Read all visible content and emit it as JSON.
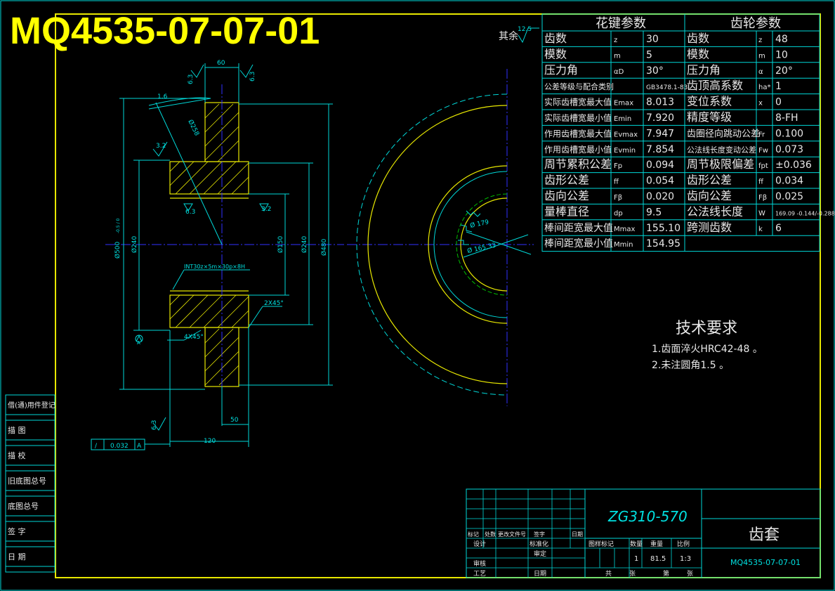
{
  "drawing_number": "MQ4535-07-07-01",
  "roughness_other": {
    "label": "其余",
    "value": "12.5"
  },
  "dims": {
    "top_width": "60",
    "roughness_top_left": "6.3",
    "roughness_top_right": "6.3",
    "chamfer_top": "1.6",
    "diameter_slant": "Ø258",
    "roughness_left": "3.2",
    "roughness_hub_bottom": "6.3",
    "roughness_hub_right": "3.2",
    "dia_outer": "Ø500",
    "dia_outer_tol": "-0.5 / 0",
    "dia_hub": "Ø240",
    "dia_bore": "Ø150",
    "dia_hub_right": "Ø240",
    "dia_right": "Ø480",
    "spline_note": "INT30z×5m×30p×8H",
    "chamfer_right": "2X45°",
    "chamfer_bottom": "4X45°",
    "datum": "A",
    "roughness_bottom": "6.3",
    "width_50": "50",
    "width_120": "120",
    "tolerance_frame": {
      "symbol": "/",
      "value": "0.032",
      "datum": "A"
    }
  },
  "side_view": {
    "label1": "Ø 179",
    "label2": "Ø 165.33"
  },
  "spline_params": {
    "title": "花键参数",
    "rows": [
      {
        "name": "齿数",
        "sym": "z",
        "val": "30"
      },
      {
        "name": "模数",
        "sym": "m",
        "val": "5"
      },
      {
        "name": "压力角",
        "sym": "αD",
        "val": "30°"
      },
      {
        "name": "公差等级与配合类别",
        "sym": "",
        "val": "GB3478.1-83"
      },
      {
        "name": "实际齿槽宽最大值",
        "sym": "Emax",
        "val": "8.013"
      },
      {
        "name": "实际齿槽宽最小值",
        "sym": "Emin",
        "val": "7.920"
      },
      {
        "name": "作用齿槽宽最大值",
        "sym": "Evmax",
        "val": "7.947"
      },
      {
        "name": "作用齿槽宽最小值",
        "sym": "Evmin",
        "val": "7.854"
      },
      {
        "name": "周节累积公差",
        "sym": "Fp",
        "val": "0.094"
      },
      {
        "name": "齿形公差",
        "sym": "ff",
        "val": "0.054"
      },
      {
        "name": "齿向公差",
        "sym": "Fβ",
        "val": "0.020"
      },
      {
        "name": "量棒直径",
        "sym": "dp",
        "val": "9.5"
      },
      {
        "name": "棒间距宽最大值",
        "sym": "Mmax",
        "val": "155.10"
      },
      {
        "name": "棒间距宽最小值",
        "sym": "Mmin",
        "val": "154.95"
      }
    ]
  },
  "gear_params": {
    "title": "齿轮参数",
    "rows": [
      {
        "name": "齿数",
        "sym": "z",
        "val": "48"
      },
      {
        "name": "模数",
        "sym": "m",
        "val": "10"
      },
      {
        "name": "压力角",
        "sym": "α",
        "val": "20°"
      },
      {
        "name": "齿顶高系数",
        "sym": "ha*",
        "val": "1"
      },
      {
        "name": "变位系数",
        "sym": "x",
        "val": "0"
      },
      {
        "name": "精度等级",
        "sym": "",
        "val": "8-FH"
      },
      {
        "name": "齿圈径向跳动公差",
        "sym": "Fr",
        "val": "0.100"
      },
      {
        "name": "公法线长度变动公差",
        "sym": "Fw",
        "val": "0.073"
      },
      {
        "name": "周节极限偏差",
        "sym": "fpt",
        "val": "±0.036"
      },
      {
        "name": "齿形公差",
        "sym": "ff",
        "val": "0.034"
      },
      {
        "name": "齿向公差",
        "sym": "Fβ",
        "val": "0.025"
      },
      {
        "name": "公法线长度",
        "sym": "W",
        "val": "169.09 -0.144/-0.288"
      },
      {
        "name": "跨测齿数",
        "sym": "k",
        "val": "6"
      }
    ]
  },
  "tech_req": {
    "title": "技术要求",
    "items": [
      "1.齿面淬火HRC42-48 。",
      "2.未注圆角1.5 。"
    ]
  },
  "side_strip": [
    "借(通)用件登记",
    "描  图",
    "描  校",
    "旧底图总号",
    "底图总号",
    "签  字",
    "日  期"
  ],
  "title_block": {
    "material": "ZG310-570",
    "part_name": "齿套",
    "part_number": "MQ4535-07-07-01",
    "rev_header": [
      "标记",
      "处数",
      "更改文件号",
      "签字",
      "日期"
    ],
    "design": "设计",
    "standard": "标准化",
    "review": "审核",
    "approve": "审定",
    "process": "工艺",
    "date": "日期",
    "stage_label": "图样标记",
    "weight_label": "重量",
    "scale_label": "比例",
    "count_label": "数量",
    "count": "1",
    "weight": "81.5",
    "scale": "1:3",
    "sheet_total_label": "共",
    "sheet_label": "张",
    "sheet_no_label": "第",
    "sheet_no_label2": "张"
  }
}
